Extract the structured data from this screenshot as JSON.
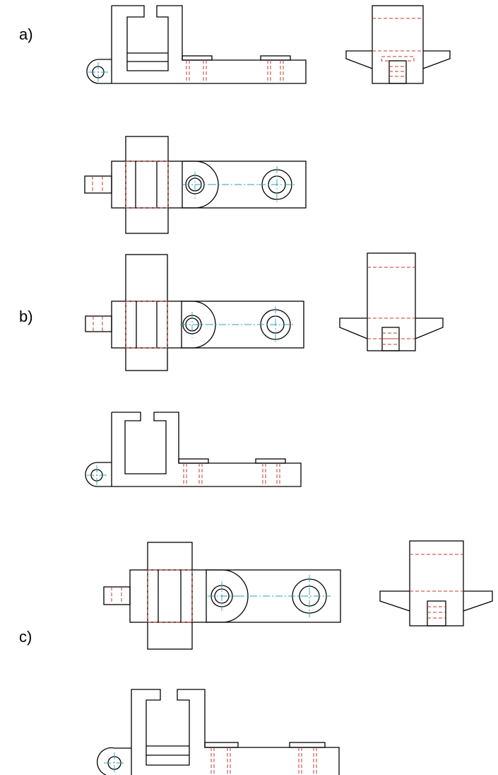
{
  "options": [
    {
      "label": "a)",
      "views": [
        "front-view",
        "side-view",
        "top-view"
      ]
    },
    {
      "label": "b)",
      "views": [
        "top-view",
        "side-view",
        "front-view"
      ]
    },
    {
      "label": "c)",
      "views": [
        "top-view",
        "side-view",
        "front-view"
      ]
    }
  ],
  "colors": {
    "outline": "#000000",
    "hidden_line": "#c0392b",
    "center_line": "#2aa1b3"
  }
}
